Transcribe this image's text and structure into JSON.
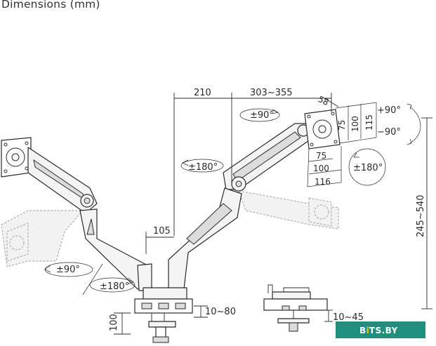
{
  "title": "Dimensions (mm)",
  "dimensions": {
    "reach_210": "210",
    "reach_303_355": "303~355",
    "depth_58": "58",
    "tilt_90": "±90°",
    "tilt_up": "+90°",
    "tilt_down": "−90°",
    "rotate_180_top": "±180°",
    "rotate_180_right": "±180°",
    "swivel_90_left": "±90°",
    "swivel_180_left": "±180°",
    "vesa_75_h": "75",
    "vesa_100_h": "100",
    "vesa_115_h": "115",
    "vesa_75_w": "75",
    "vesa_100_w": "100",
    "vesa_116_w": "116",
    "height_range": "245~540",
    "offset_105": "105",
    "base_height_100": "100",
    "clamp_range": "10~80",
    "grommet_range": "10~45"
  },
  "watermark": {
    "text_before": "B",
    "text_dot": "i",
    "text_after": "TS.BY",
    "color": "#1f8f7e"
  }
}
